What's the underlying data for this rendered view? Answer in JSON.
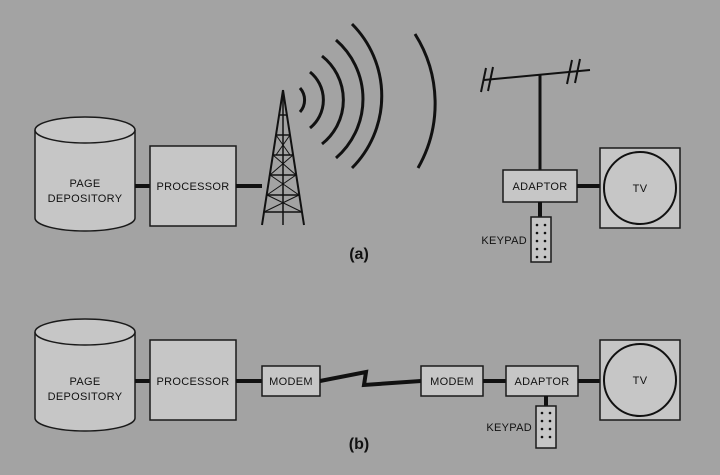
{
  "colors": {
    "background": "#a3a3a3",
    "box_fill": "#c6c6c6",
    "line": "#111111"
  },
  "part_a": {
    "depository": [
      "PAGE",
      "DEPOSITORY"
    ],
    "processor": "PROCESSOR",
    "adaptor": "ADAPTOR",
    "tv": "TV",
    "keypad": "KEYPAD",
    "caption": "(a)"
  },
  "part_b": {
    "depository": [
      "PAGE",
      "DEPOSITORY"
    ],
    "processor": "PROCESSOR",
    "modem_left": "MODEM",
    "modem_right": "MODEM",
    "adaptor": "ADAPTOR",
    "tv": "TV",
    "keypad": "KEYPAD",
    "caption": "(b)"
  }
}
